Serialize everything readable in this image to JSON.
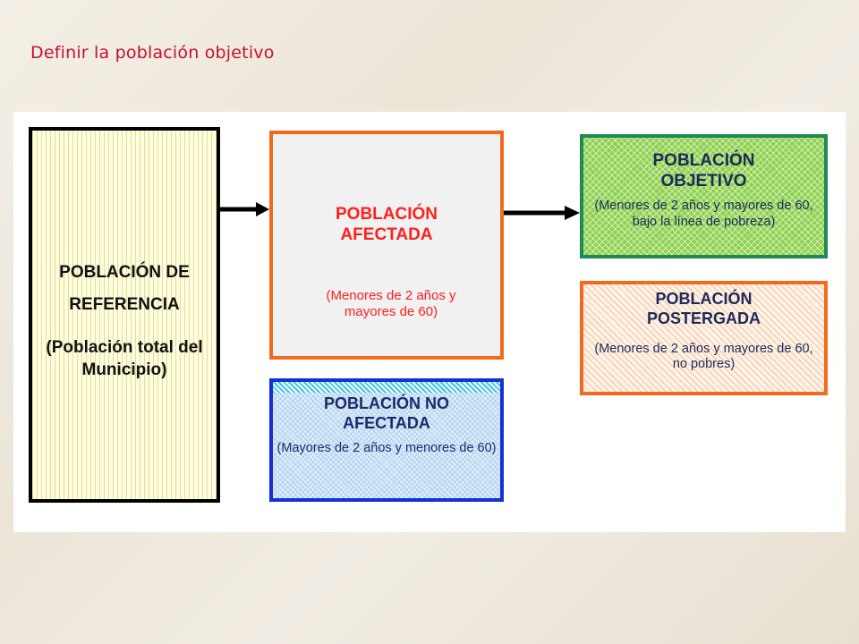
{
  "slide": {
    "title": "Definir la población objetivo"
  },
  "diagram": {
    "referencia": {
      "heading": "POBLACIÓN DE REFERENCIA",
      "sub": "(Población total del Municipio)"
    },
    "afectada": {
      "heading": "POBLACIÓN AFECTADA",
      "sub": "(Menores de 2 años y mayores de 60)"
    },
    "no_afectada": {
      "heading": "POBLACIÓN NO AFECTADA",
      "sub": "(Mayores de 2 años y menores de 60)"
    },
    "objetivo": {
      "heading": "POBLACIÓN OBJETIVO",
      "sub": "(Menores de 2 años y mayores de 60, bajo la línea de pobreza)"
    },
    "postergada": {
      "heading": "POBLACIÓN POSTERGADA",
      "sub": "(Menores de 2 años y mayores de 60, no pobres)"
    }
  },
  "colors": {
    "title": "#c8102e",
    "referencia_border": "#000000",
    "afectada_border": "#f26a1e",
    "afectada_text": "#ff1f1f",
    "no_afectada_border": "#1430d6",
    "objetivo_border": "#1e8a55",
    "objetivo_fill": "#8fd14f",
    "postergada_border": "#f26a1e"
  }
}
